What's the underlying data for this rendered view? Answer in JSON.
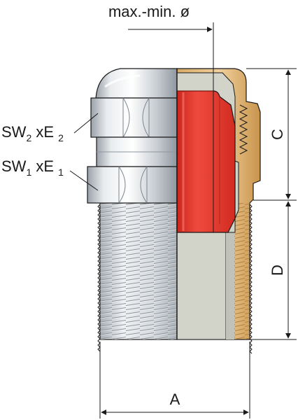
{
  "diagram": {
    "top_dimension": "max.-min. ø",
    "callout_upper": {
      "base": "SW",
      "sub1": "2",
      "mid": " xE ",
      "sub2": "2"
    },
    "callout_lower": {
      "base": "SW",
      "sub1": "1",
      "mid": " xE ",
      "sub2": "1"
    },
    "dimension_c": "C",
    "dimension_d": "D",
    "dimension_a": "A"
  },
  "colors": {
    "metal_light": "#eceff2",
    "metal_mid": "#c5cbd1",
    "metal_dark": "#8e969e",
    "seal_red": "#e8392f",
    "seal_red_dark": "#b81f18",
    "insert_grey": "#d2d3c9",
    "brass": "#e4c08a",
    "brass_dark": "#b98a45",
    "line": "#1a1a1a"
  }
}
